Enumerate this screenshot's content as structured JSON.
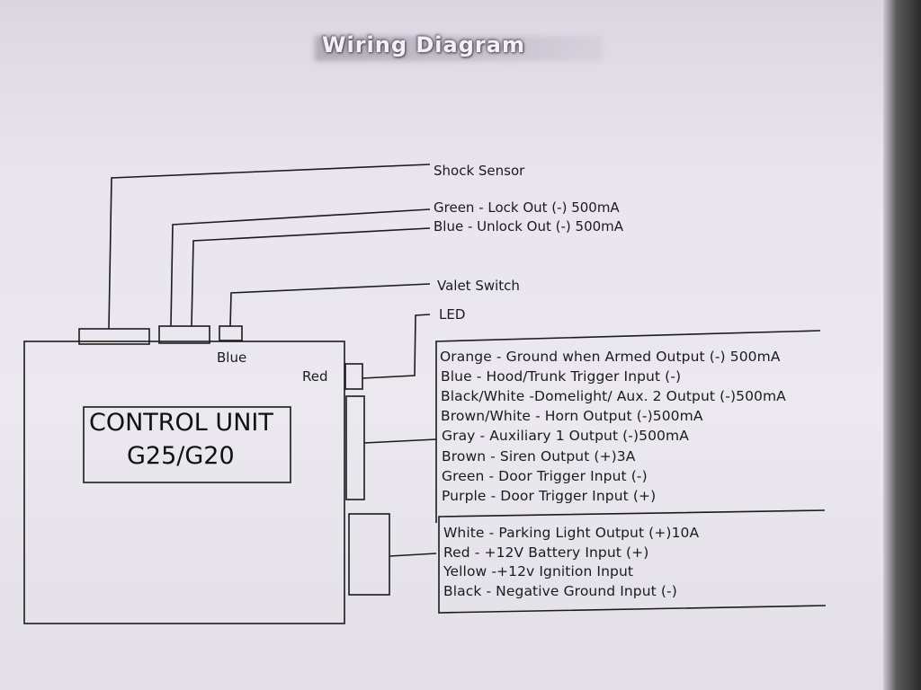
{
  "title": "Wiring Diagram",
  "control_unit": {
    "line1": "CONTROL UNIT",
    "line2": "G25/G20"
  },
  "top_labels": {
    "shock_sensor": "Shock Sensor",
    "green_lock": "Green - Lock Out (-) 500mA",
    "blue_unlock": "Blue - Unlock Out (-) 500mA",
    "valet_switch": "Valet Switch",
    "led": "LED",
    "blue": "Blue",
    "red": "Red"
  },
  "group_a": [
    "Orange - Ground when Armed Output (-) 500mA",
    "Blue - Hood/Trunk Trigger Input (-)",
    "Black/White -Domelight/ Aux. 2 Output (-)500mA",
    "Brown/White - Horn Output (-)500mA",
    "Gray - Auxiliary 1  Output (-)500mA",
    "Brown - Siren Output (+)3A",
    "Green - Door Trigger Input (-)",
    "Purple - Door Trigger Input (+)"
  ],
  "group_b": [
    "White - Parking Light Output (+)10A",
    "Red - +12V Battery Input (+)",
    "Yellow -+12v Ignition Input",
    "Black -  Negative Ground Input (-)"
  ],
  "colors": {
    "ink": "#1b1b1b",
    "paper": "#e9e4ee",
    "background": "#2a2a2a"
  }
}
